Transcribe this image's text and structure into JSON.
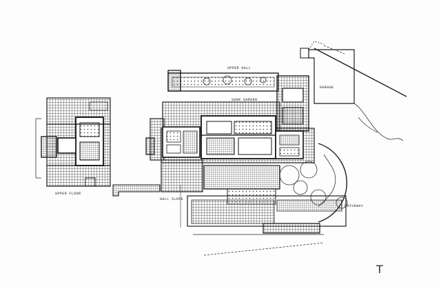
{
  "labels": {
    "upper_floor": "UPPER FLOOR",
    "upper_hall": "UPPER HALL",
    "sunk_garden": "SUNK GARDEN",
    "garage": "GARAGE",
    "hall_slope": "HALL SLOPE",
    "driveway": "DRIVEWAY",
    "corner_mark": "T"
  },
  "colors": {
    "ink": "#1e1e1e",
    "paper": "#fdfdfd"
  }
}
